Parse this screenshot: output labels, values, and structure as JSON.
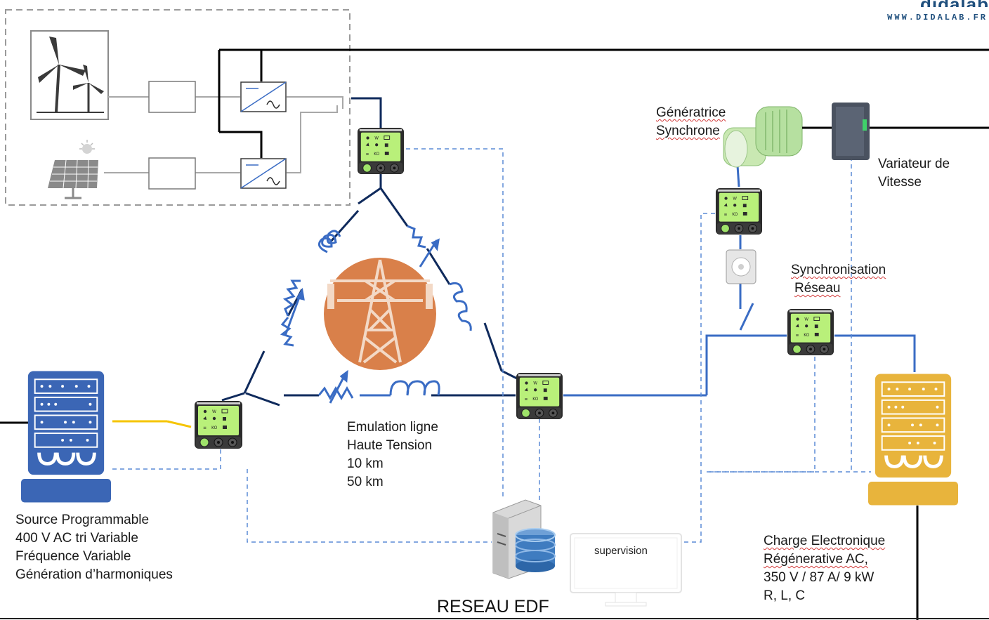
{
  "brand": {
    "logo_text": "didalab",
    "url": "WWW.DIDALAB.FR"
  },
  "labels": {
    "generatrice": [
      "Génératrice",
      "Synchrone"
    ],
    "variateur": [
      "Variateur de",
      "Vitesse"
    ],
    "synchronisation": [
      "Synchronisation",
      "Réseau"
    ],
    "emulation": [
      "Emulation ligne",
      "Haute Tension",
      "10 km",
      "50 km"
    ],
    "source": [
      "Source Programmable",
      "400 V AC tri Variable",
      "Fréquence Variable",
      "Génération d’harmoniques"
    ],
    "charge": [
      "Charge Electronique",
      "Régénerative AC,",
      "350 V / 87 A/ 9 kW",
      "R, L, C"
    ],
    "supervision": "supervision",
    "reseau": "RESEAU EDF"
  },
  "icons": [
    "wind-turbine-icon",
    "solar-panel-icon",
    "inverter-icon",
    "power-meter-icon",
    "pylon-icon",
    "server-icon",
    "monitor-icon",
    "source-rack-icon",
    "load-rack-icon",
    "generator-icon",
    "drive-icon",
    "synchroscope-icon"
  ],
  "colors": {
    "dark_line": "#0f2a5c",
    "blue_line": "#3a6cc4",
    "yellow_line": "#f5c400",
    "dashed": "#5b8bd6",
    "meter_green": "#b9f07a",
    "pylon_orange": "#d9804a",
    "source_blue": "#3b66b5",
    "load_gold": "#e8b43c"
  }
}
